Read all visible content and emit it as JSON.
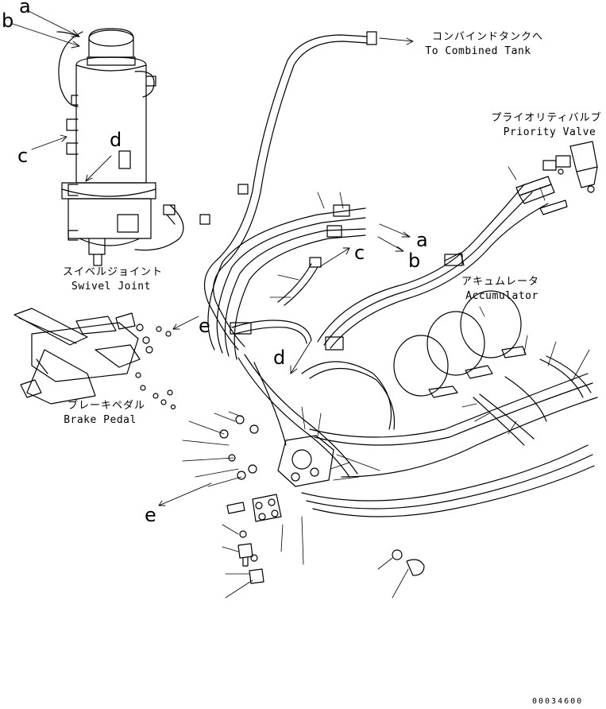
{
  "labels": {
    "combined_tank_jp": "コンバインドタンクへ",
    "combined_tank_en": "To Combined Tank",
    "priority_valve_jp": "プライオリティバルブ",
    "priority_valve_en": "Priority Valve",
    "accumulator_jp": "アキュムレータ",
    "accumulator_en": "Accumulator",
    "swivel_joint_jp": "スイベルジョイント",
    "swivel_joint_en": "Swivel Joint",
    "brake_pedal_jp": "ブレーキペダル",
    "brake_pedal_en": "Brake Pedal"
  },
  "callouts": {
    "a_top": "a",
    "b_top": "b",
    "c_left": "c",
    "d_swivel": "d",
    "a_right": "a",
    "b_right": "b",
    "c_mid": "c",
    "d_mid": "d",
    "e_right": "e",
    "e_left": "e"
  },
  "doc_number": "00034600",
  "colors": {
    "line": "#000000",
    "background": "#ffffff"
  }
}
